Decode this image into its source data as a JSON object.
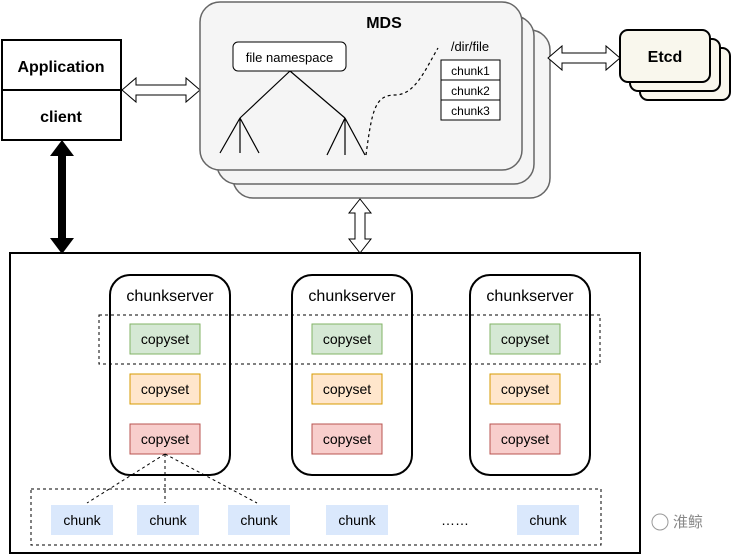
{
  "client": {
    "app_label": "Application",
    "client_label": "client"
  },
  "mds": {
    "title": "MDS",
    "namespace_label": "file namespace",
    "file_path": "/dir/file",
    "chunks": [
      "chunk1",
      "chunk2",
      "chunk3"
    ]
  },
  "etcd": {
    "label": "Etcd"
  },
  "chunkservers": [
    {
      "label": "chunkserver",
      "copysets": [
        "copyset",
        "copyset",
        "copyset"
      ]
    },
    {
      "label": "chunkserver",
      "copysets": [
        "copyset",
        "copyset",
        "copyset"
      ]
    },
    {
      "label": "chunkserver",
      "copysets": [
        "copyset",
        "copyset",
        "copyset"
      ]
    }
  ],
  "chunk_row": {
    "chunks": [
      "chunk",
      "chunk",
      "chunk",
      "chunk",
      "chunk"
    ],
    "ellipsis": "……"
  },
  "watermark": "淮鲸",
  "colors": {
    "green_fill": "#d5e8d4",
    "green_stroke": "#82b366",
    "orange_fill": "#ffe6cc",
    "orange_stroke": "#d79b00",
    "red_fill": "#f8cecc",
    "red_stroke": "#b85450",
    "blue_fill": "#dae8fc",
    "mds_fill": "#f5f5f5",
    "etcd_fill": "#f9f7ed"
  }
}
